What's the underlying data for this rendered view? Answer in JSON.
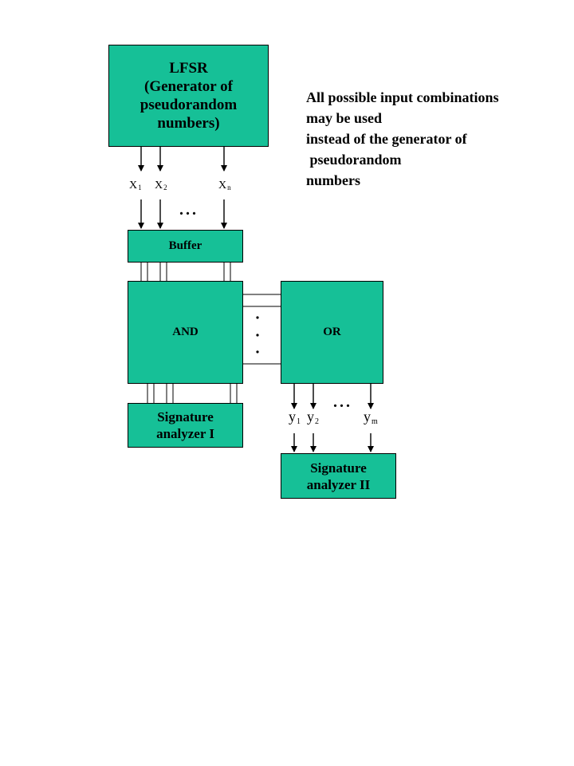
{
  "blocks": {
    "lfsr": {
      "lines": [
        "LFSR",
        "(Generator of",
        "pseudorandom",
        "numbers)"
      ]
    },
    "buffer": {
      "label": "Buffer"
    },
    "and": {
      "label": "AND"
    },
    "or": {
      "label": "OR"
    },
    "sig1": {
      "lines": [
        "Signature",
        "analyzer I"
      ]
    },
    "sig2": {
      "lines": [
        "Signature",
        "analyzer II"
      ]
    }
  },
  "note": {
    "lines": [
      "All possible input combinations",
      "may be used",
      "instead of the generator of",
      " pseudorandom",
      "numbers"
    ]
  },
  "inputs": {
    "x1": {
      "base": "X",
      "sub": "1"
    },
    "x2": {
      "base": "X",
      "sub": "2"
    },
    "xn": {
      "base": "X",
      "sub": "n"
    },
    "ellipsis": "..."
  },
  "outputs": {
    "y1": {
      "base": "y",
      "sub": "1"
    },
    "y2": {
      "base": "y",
      "sub": "2"
    },
    "ym": {
      "base": "y",
      "sub": "m"
    },
    "ellipsis": "..."
  },
  "colors": {
    "block_fill": "#16c097",
    "line": "#000000"
  }
}
